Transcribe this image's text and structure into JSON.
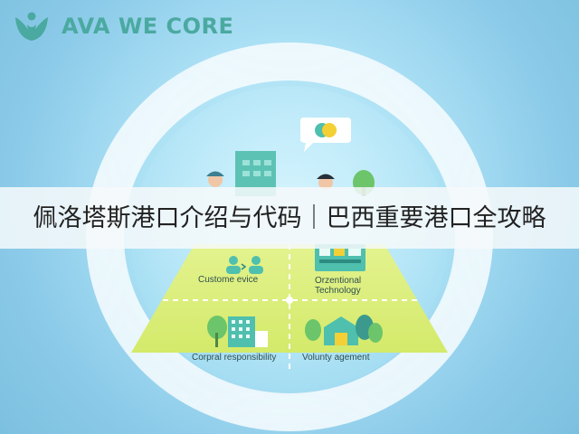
{
  "brand": {
    "name": "AVA WE CORE",
    "logo_icon": "leaf-person-icon",
    "color": "#4aa9a0"
  },
  "overlay": {
    "title": "佩洛塔斯港口介绍与代码｜巴西重要港口全攻略"
  },
  "quadrants": {
    "top_left": {
      "label": "Custome evice",
      "icon": "customer-service-icon"
    },
    "top_right": {
      "label_line1": "Orzentional",
      "label_line2": "Technology",
      "icon": "technology-screen-icon"
    },
    "bottom_left": {
      "label": "Corpral responsibility",
      "icon": "city-trees-icon"
    },
    "bottom_right": {
      "label": "Volunty agement",
      "icon": "community-house-icon"
    }
  },
  "colors": {
    "background": "#9ed3ea",
    "pyramid": "#d9ee73",
    "ring": "#ffffff",
    "overlay_band": "#f6f9fa",
    "brand": "#4aa9a0"
  }
}
